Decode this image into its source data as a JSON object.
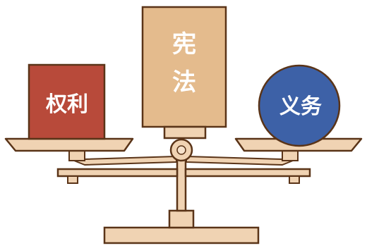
{
  "scale": {
    "left_item": {
      "label": "权利",
      "color": "#b84a3a"
    },
    "center_item": {
      "line1": "宪",
      "line2": "法",
      "color": "#e4bb8d"
    },
    "right_item": {
      "label": "义务",
      "color": "#3d61a7"
    },
    "palette": {
      "scale_fill": "#f0d3b3",
      "outline": "#5a3418"
    }
  }
}
